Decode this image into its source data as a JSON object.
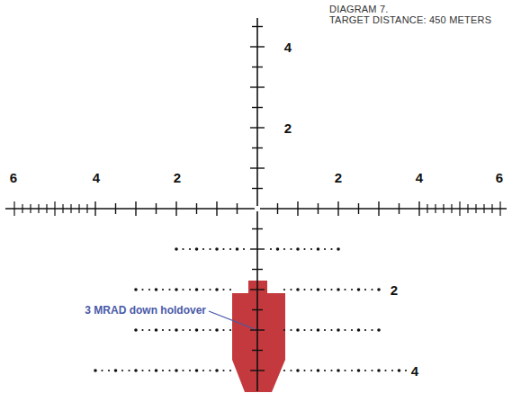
{
  "diagram": {
    "labels": [
      "DIAGRAM 7.",
      "TARGET DISTANCE: 450 METERS",
      "4",
      "2",
      "6",
      "4",
      "2",
      "2",
      "4",
      "6",
      "2",
      "4",
      "3 MRAD down holdover"
    ]
  }
}
